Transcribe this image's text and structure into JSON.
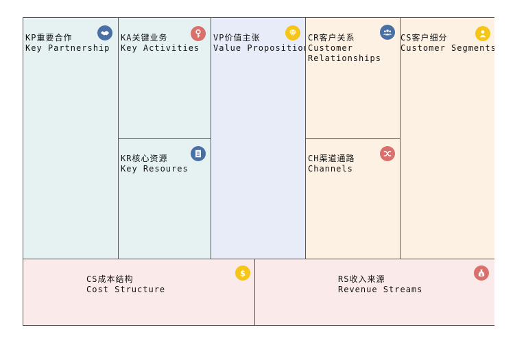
{
  "canvas": {
    "kp": {
      "title": "KP重要合作",
      "subtitle": "Key Partnership",
      "icon": "handshake-icon",
      "icon_color": "#4a6fa5"
    },
    "ka": {
      "title": "KA关键业务",
      "subtitle": "Key Activities",
      "icon": "key-icon",
      "icon_color": "#d9706c"
    },
    "kr": {
      "title": "KR核心资源",
      "subtitle": "Key Resoures",
      "icon": "document-icon",
      "icon_color": "#4a6fa5"
    },
    "vp": {
      "title": "VP价值主张",
      "subtitle": "Value Propositions",
      "icon": "diamond-icon",
      "icon_color": "#f5c518"
    },
    "cr": {
      "title": "CR客户关系",
      "subtitle_lines": [
        "Customer",
        "Relationships"
      ],
      "icon": "users-icon",
      "icon_color": "#4a6fa5"
    },
    "ch": {
      "title": "CH渠道通路",
      "subtitle": "Channels",
      "icon": "shuffle-icon",
      "icon_color": "#d9706c"
    },
    "cs": {
      "title": "CS客户细分",
      "subtitle": "Customer Segments",
      "icon": "user-icon",
      "icon_color": "#f5c518"
    },
    "cost": {
      "title": "CS成本结构",
      "subtitle": "Cost Structure",
      "icon": "dollar-icon",
      "icon_color": "#f5c518"
    },
    "rev": {
      "title": "RS收入来源",
      "subtitle": "Revenue Streams",
      "icon": "money-bag-icon",
      "icon_color": "#d9706c"
    }
  },
  "colors": {
    "partner_bg": "#e6f2f2",
    "value_bg": "#e8ecf8",
    "customer_bg": "#fdf1e4",
    "finance_bg": "#fbeaea",
    "border": "#555555"
  }
}
